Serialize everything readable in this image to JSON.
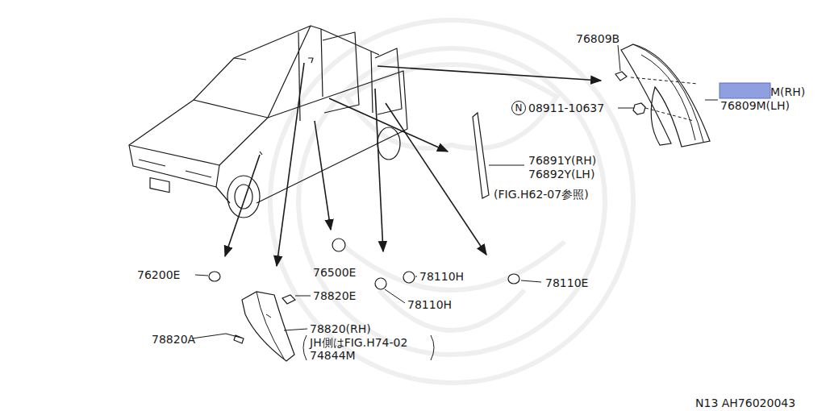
{
  "diagram": {
    "nodes": [
      {
        "text": [
          "N"
        ]
      }
    ],
    "labels": [
      "76809B",
      "M(RH)",
      "08911-10637",
      "76809M(LH)",
      "76891Y(RH)",
      "76892Y(LH)",
      "(FIG.H62-07参照)",
      "76200E",
      "76500E",
      "78110H",
      "78110H",
      "78110E",
      "78820E",
      "78820(RH)",
      "JH側はFIG.H74-02",
      "74844M",
      "78820A",
      "N13 AH76020043"
    ]
  }
}
